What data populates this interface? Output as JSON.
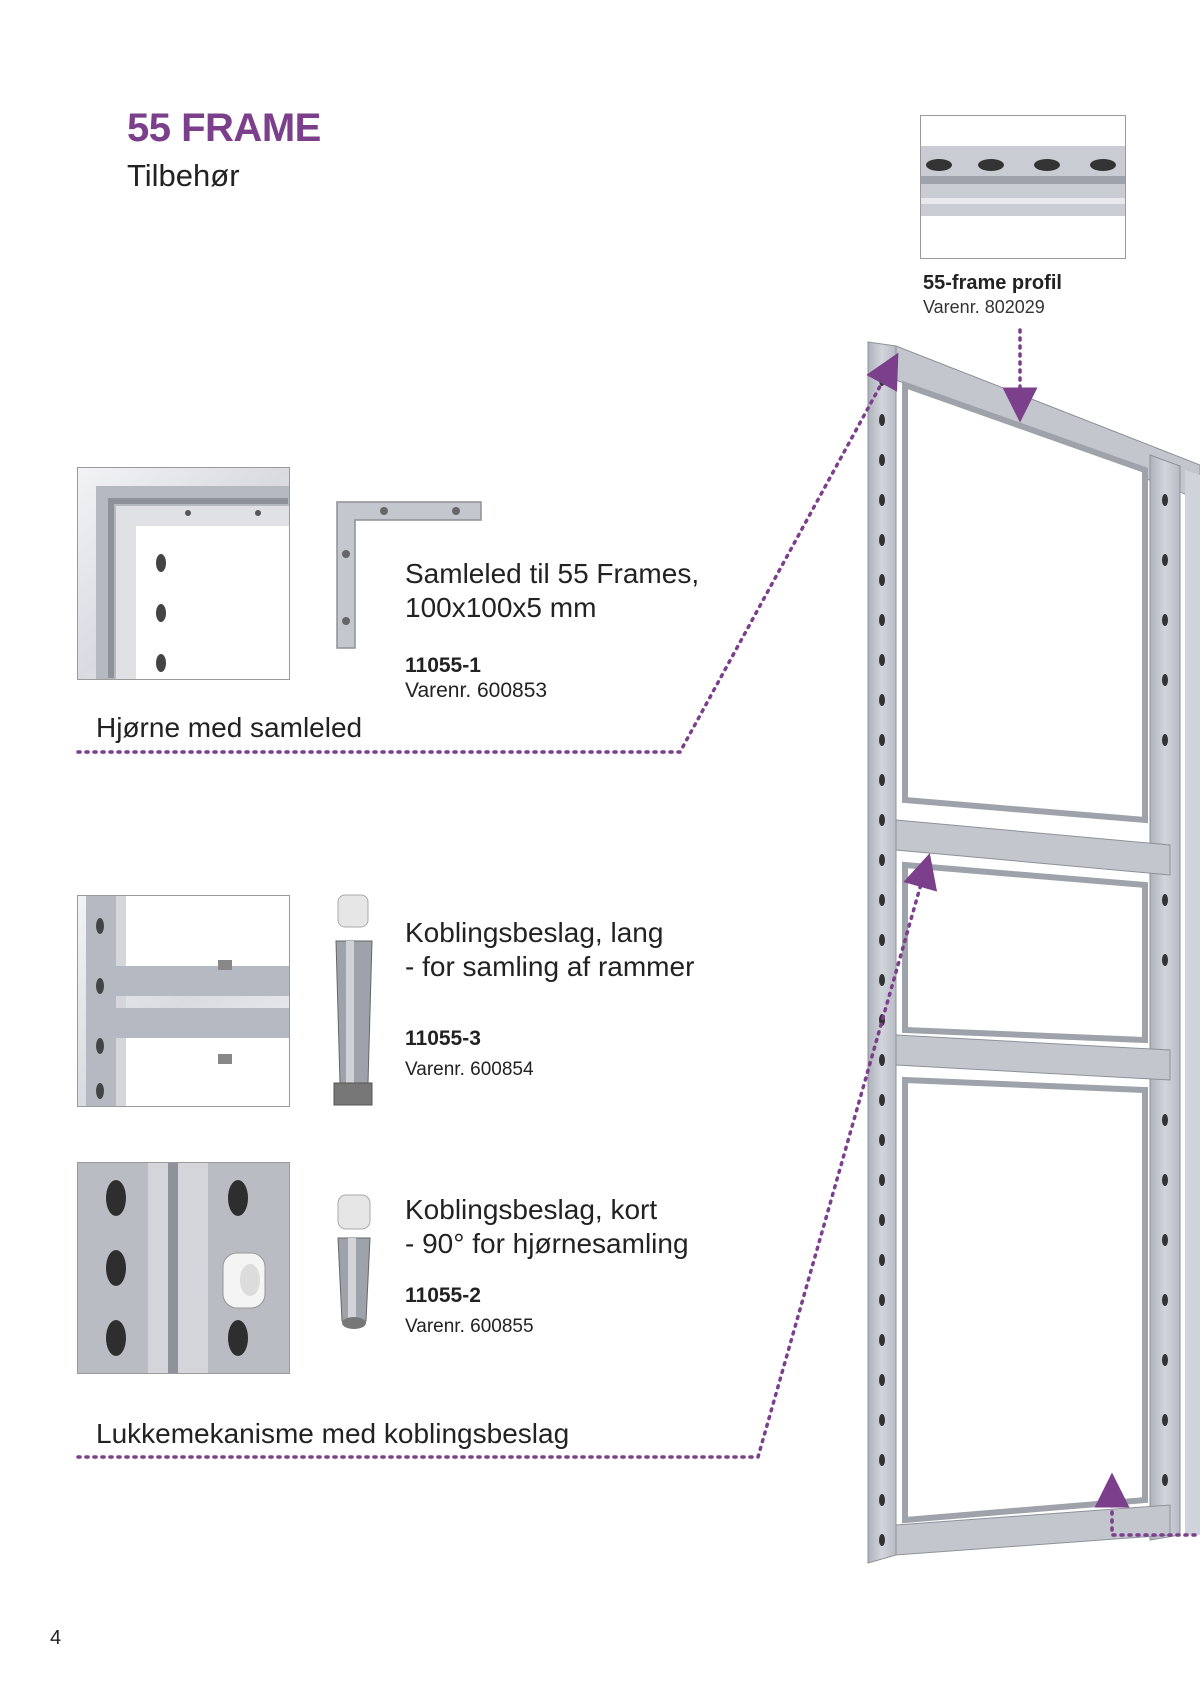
{
  "header": {
    "title": "55 FRAME",
    "subtitle": "Tilbehør"
  },
  "profile": {
    "name": "55-frame profil",
    "varenr": "Varenr. 802029"
  },
  "products": [
    {
      "name_line1": "Samleled til 55 Frames,",
      "name_line2": "100x100x5 mm",
      "code": "11055-1",
      "varenr": "Varenr. 600853"
    },
    {
      "name_line1": "Koblingsbeslag, lang",
      "name_line2": "- for samling af rammer",
      "code": "11055-3",
      "varenr": "Varenr. 600854"
    },
    {
      "name_line1": "Koblingsbeslag, kort",
      "name_line2": "- 90° for hjørnesamling",
      "code": "11055-2",
      "varenr": "Varenr. 600855"
    }
  ],
  "captions": {
    "corner": "Hjørne med samleled",
    "lock": "Lukkemekanisme med koblingsbeslag"
  },
  "page_number": "4",
  "colors": {
    "accent": "#7b3f8c",
    "text": "#222222",
    "frame_aluminium": "#bfc3cc"
  }
}
